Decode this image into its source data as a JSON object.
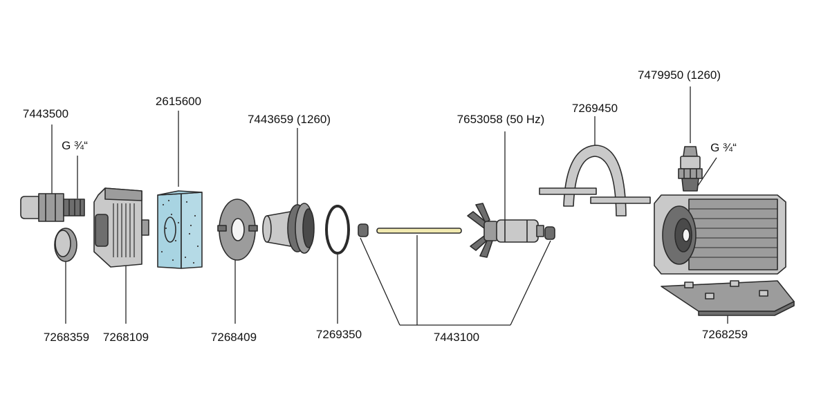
{
  "labels": {
    "coupling": "7443500",
    "thread_left": "G ¾“",
    "filter_sponge": "2615600",
    "impeller_cover": "7443659 (1260)",
    "rotor": "7653058 (50 Hz)",
    "clip": "7269450",
    "outlet_nozzle": "7479950 (1260)",
    "thread_right": "G ¾“",
    "cap": "7268359",
    "filter_cage": "7268109",
    "impeller_holder": "7268409",
    "o_ring": "7269350",
    "shaft_set": "7443100",
    "base_plate": "7268259"
  },
  "colors": {
    "sponge": "#a8d4e2",
    "shaft": "#f2eab0",
    "line": "#222222"
  }
}
